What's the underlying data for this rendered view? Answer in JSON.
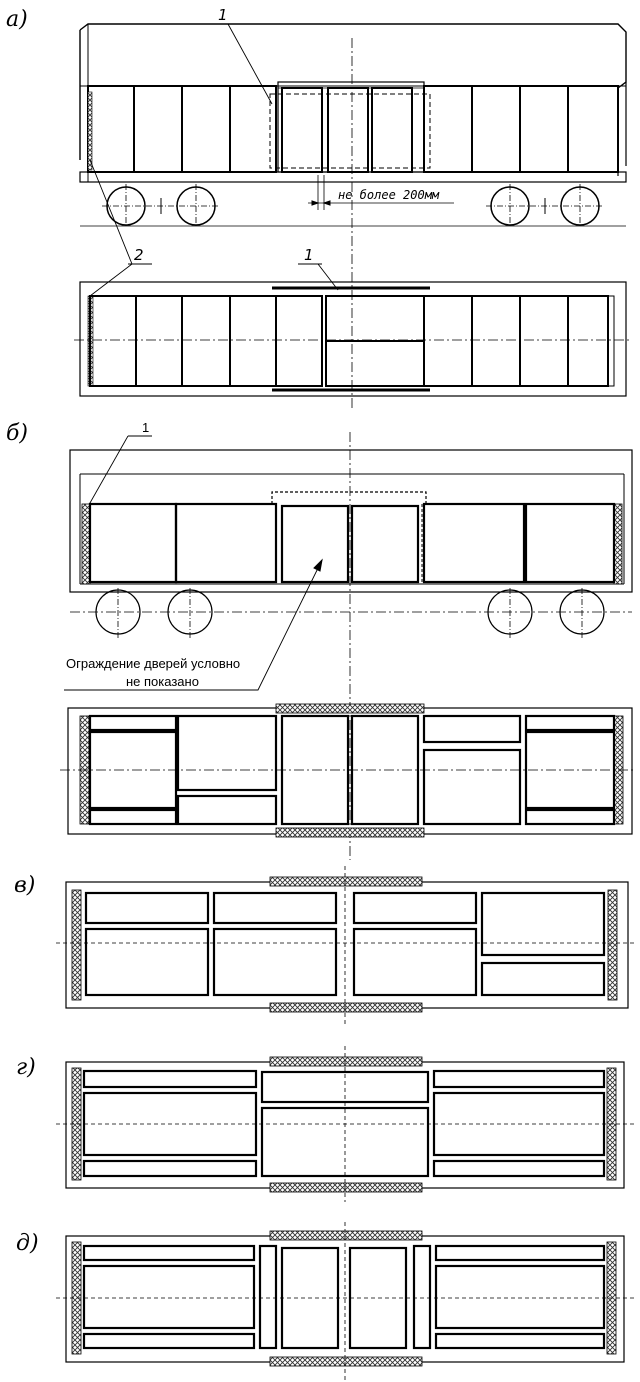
{
  "labels": {
    "a": "а)",
    "b": "б)",
    "v": "в)",
    "g": "г)",
    "d": "д)"
  },
  "callouts": {
    "a_side_1": "1",
    "a_plan_2": "2",
    "a_plan_1": "1",
    "b_side_1": "1"
  },
  "dimension_text": "не более 200мм",
  "note_text": {
    "line1": "Ограждение дверей условно",
    "line2": "не показано"
  },
  "colors": {
    "line": "#000000",
    "hatch": "#444444"
  }
}
